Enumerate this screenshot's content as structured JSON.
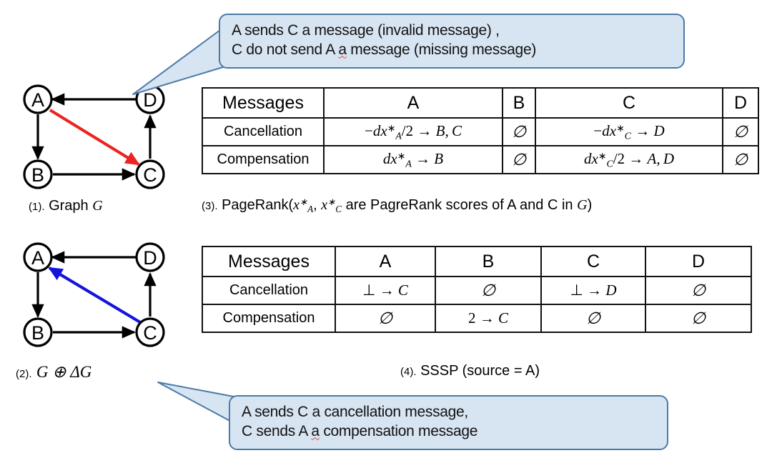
{
  "figure": {
    "callouts": [
      {
        "id": "callout-top",
        "line1": "A sends C a message (invalid message) ,",
        "line2_a": "C do not send A ",
        "line2_squiggle": "a",
        "line2_b": " message (missing message)",
        "fill": "#d7e4f1",
        "border": "#4b7aa8"
      },
      {
        "id": "callout-bottom",
        "line1": "A sends C a cancellation message,",
        "line2_a": "C sends A ",
        "line2_squiggle": "a",
        "line2_b": " compensation message",
        "fill": "#d7e4f1",
        "border": "#4b7aa8"
      }
    ],
    "graphs": [
      {
        "id": "graph-1",
        "caption_num": "(1).",
        "caption_text": "Graph",
        "caption_math": "G",
        "nodes": [
          "A",
          "D",
          "B",
          "C"
        ],
        "edges": [
          {
            "from": "D",
            "to": "A",
            "color": "#000000"
          },
          {
            "from": "A",
            "to": "B",
            "color": "#000000"
          },
          {
            "from": "B",
            "to": "C",
            "color": "#000000"
          },
          {
            "from": "C",
            "to": "D",
            "color": "#000000"
          },
          {
            "from": "A",
            "to": "C",
            "color": "#ee2222"
          }
        ],
        "highlight_color": "#ee2222"
      },
      {
        "id": "graph-2",
        "caption_num": "(2).",
        "caption_math": "G ⊕ ΔG",
        "nodes": [
          "A",
          "D",
          "B",
          "C"
        ],
        "edges": [
          {
            "from": "D",
            "to": "A",
            "color": "#000000"
          },
          {
            "from": "A",
            "to": "B",
            "color": "#000000"
          },
          {
            "from": "B",
            "to": "C",
            "color": "#000000"
          },
          {
            "from": "C",
            "to": "D",
            "color": "#000000"
          },
          {
            "from": "C",
            "to": "A",
            "color": "#1414dd"
          }
        ],
        "highlight_color": "#1414dd"
      }
    ],
    "tables": [
      {
        "id": "table-pagerank",
        "headers": [
          "Messages",
          "A",
          "B",
          "C",
          "D"
        ],
        "rows": [
          {
            "label": "Cancellation",
            "cells": [
              "-dx*A/2 -> B,C",
              "∅",
              "-dx*C -> D",
              "∅"
            ]
          },
          {
            "label": "Compensation",
            "cells": [
              "dx*A -> B",
              "∅",
              "dx*C/2 -> A,D",
              "∅"
            ]
          }
        ],
        "caption_num": "(3).",
        "caption_p1": "PageRank(",
        "caption_math1": "x",
        "caption_math1_sub": "A",
        "caption_math2": "x",
        "caption_math2_sub": "C",
        "caption_p2": "are PagreRank scores of A and C in",
        "caption_math3": "G",
        "caption_p3": ")"
      },
      {
        "id": "table-sssp",
        "headers": [
          "Messages",
          "A",
          "B",
          "C",
          "D"
        ],
        "rows": [
          {
            "label": "Cancellation",
            "cells": [
              "⊥ → C",
              "∅",
              "⊥ → D",
              "∅"
            ]
          },
          {
            "label": "Compensation",
            "cells": [
              "∅",
              "2 → C",
              "∅",
              "∅"
            ]
          }
        ],
        "caption_num": "(4).",
        "caption_text": "SSSP (source = A)"
      }
    ]
  }
}
